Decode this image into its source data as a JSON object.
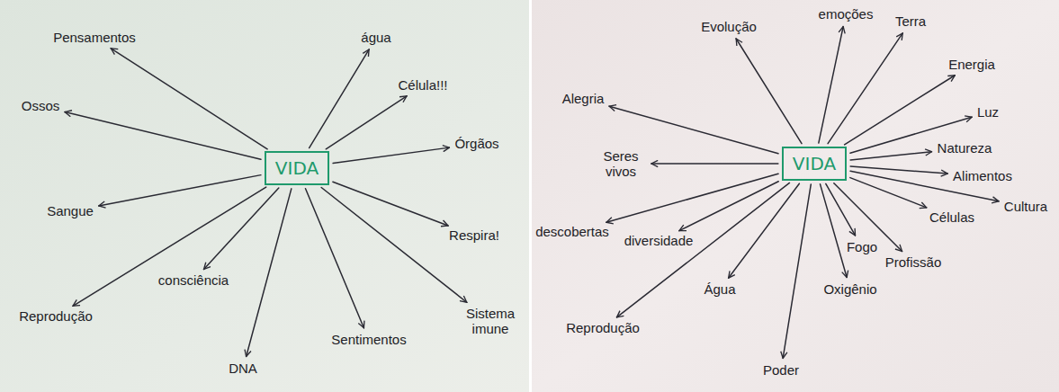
{
  "diagram": {
    "nodes": [
      {
        "text": [
          "VIDA"
        ]
      },
      {
        "text": [
          "Pensamentos"
        ]
      },
      {
        "text": [
          "água"
        ]
      },
      {
        "text": [
          "Célula!!!"
        ]
      },
      {
        "text": [
          "Ossos"
        ]
      },
      {
        "text": [
          "Órgãos"
        ]
      },
      {
        "text": [
          "Sangue"
        ]
      },
      {
        "text": [
          "Respira!"
        ]
      },
      {
        "text": [
          "consciência"
        ]
      },
      {
        "text": [
          "Reprodução"
        ]
      },
      {
        "text": [
          "Sistema imune"
        ]
      },
      {
        "text": [
          "Sentimentos"
        ]
      },
      {
        "text": [
          "DNA"
        ]
      },
      {
        "text": [
          "VIDA"
        ]
      },
      {
        "text": [
          "emoções"
        ]
      },
      {
        "text": [
          "Terra"
        ]
      },
      {
        "text": [
          "Evolução"
        ]
      },
      {
        "text": [
          "Energia"
        ]
      },
      {
        "text": [
          "Alegria"
        ]
      },
      {
        "text": [
          "Luz"
        ]
      },
      {
        "text": [
          "Natureza"
        ]
      },
      {
        "text": [
          "Seres vivos"
        ]
      },
      {
        "text": [
          "Alimentos"
        ]
      },
      {
        "text": [
          "Cultura"
        ]
      },
      {
        "text": [
          "Células"
        ]
      },
      {
        "text": [
          "descobertas"
        ]
      },
      {
        "text": [
          "diversidade"
        ]
      },
      {
        "text": [
          "Fogo"
        ]
      },
      {
        "text": [
          "Profissão"
        ]
      },
      {
        "text": [
          "Oxigênio"
        ]
      },
      {
        "text": [
          "Água"
        ]
      },
      {
        "text": [
          "Reprodução"
        ]
      },
      {
        "text": [
          "Poder"
        ]
      }
    ],
    "edges": [
      {
        "from": 0,
        "to": 1,
        "arrow": "to"
      },
      {
        "from": 0,
        "to": 2,
        "arrow": "to"
      },
      {
        "from": 0,
        "to": 3,
        "arrow": "to"
      },
      {
        "from": 0,
        "to": 4,
        "arrow": "to"
      },
      {
        "from": 0,
        "to": 5,
        "arrow": "to"
      },
      {
        "from": 0,
        "to": 6,
        "arrow": "to"
      },
      {
        "from": 0,
        "to": 7,
        "arrow": "to"
      },
      {
        "from": 0,
        "to": 8,
        "arrow": "to"
      },
      {
        "from": 0,
        "to": 9,
        "arrow": "to"
      },
      {
        "from": 0,
        "to": 10,
        "arrow": "to"
      },
      {
        "from": 0,
        "to": 11,
        "arrow": "to"
      },
      {
        "from": 0,
        "to": 12,
        "arrow": "to"
      },
      {
        "from": 13,
        "to": 14,
        "arrow": "to"
      },
      {
        "from": 13,
        "to": 15,
        "arrow": "to"
      },
      {
        "from": 13,
        "to": 16,
        "arrow": "to"
      },
      {
        "from": 13,
        "to": 17,
        "arrow": "to"
      },
      {
        "from": 13,
        "to": 18,
        "arrow": "to"
      },
      {
        "from": 13,
        "to": 19,
        "arrow": "to"
      },
      {
        "from": 13,
        "to": 20,
        "arrow": "to"
      },
      {
        "from": 13,
        "to": 21,
        "arrow": "to"
      },
      {
        "from": 13,
        "to": 22,
        "arrow": "to"
      },
      {
        "from": 13,
        "to": 23,
        "arrow": "to"
      },
      {
        "from": 13,
        "to": 24,
        "arrow": "to"
      },
      {
        "from": 13,
        "to": 25,
        "arrow": "to"
      },
      {
        "from": 13,
        "to": 26,
        "arrow": "to"
      },
      {
        "from": 13,
        "to": 27,
        "arrow": "to"
      },
      {
        "from": 13,
        "to": 28,
        "arrow": "to"
      },
      {
        "from": 13,
        "to": 29,
        "arrow": "to"
      },
      {
        "from": 13,
        "to": 30,
        "arrow": "to"
      },
      {
        "from": 13,
        "to": 31,
        "arrow": "to"
      },
      {
        "from": 13,
        "to": 32,
        "arrow": "to"
      }
    ]
  }
}
